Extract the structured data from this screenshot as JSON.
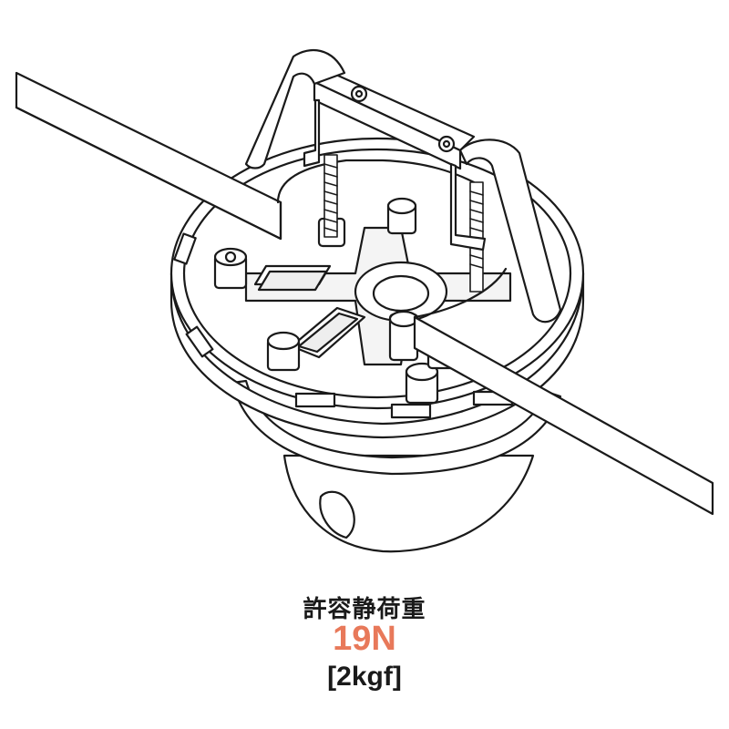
{
  "caption": {
    "title": "許容静荷重",
    "value": "19N",
    "sub_value": "[2kgf]"
  },
  "colors": {
    "line": "#1a1a1a",
    "value_accent": "#e8795a",
    "fill": "#ffffff",
    "shade": "#e6e6e6"
  },
  "icons": {
    "illustration": "dome-camera-ceiling-mount-drawing"
  }
}
